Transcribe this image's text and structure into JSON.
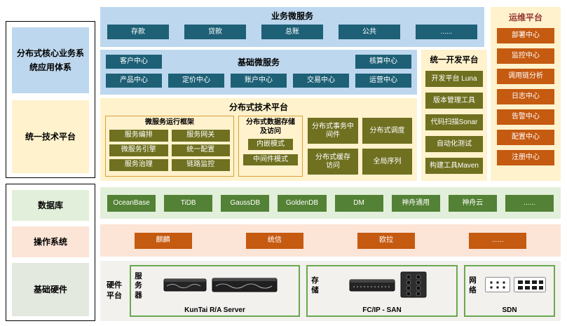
{
  "colors": {
    "teal": "#1e6076",
    "olive": "#6f7020",
    "orange": "#c55a11",
    "green": "#538135",
    "lightblue": "#bdd7ee",
    "cream": "#fff2cc",
    "lightgreen": "#e2efda",
    "lightorange": "#fce4d6",
    "sage": "#e4e9e0",
    "panel_gray": "#f2f1ee",
    "hw_green": "#6aa84f",
    "ops_title": "#943634",
    "sub_border": "#d8a13c"
  },
  "left_column": {
    "app_system": "分布式核心业务系统应用体系",
    "tech_platform": "统一技术平台",
    "database": "数据库",
    "operating_system": "操作系统",
    "basic_hardware": "基础硬件"
  },
  "business_services": {
    "title": "业务微服务",
    "items": [
      "存款",
      "贷款",
      "总账",
      "公共",
      "......"
    ]
  },
  "basic_services": {
    "title": "基础微服务",
    "left_item": "客户中心",
    "right_item": "核算中心",
    "items": [
      "产品中心",
      "定价中心",
      "账户中心",
      "交易中心",
      "运营中心"
    ]
  },
  "dev_platform": {
    "title": "统一开发平台",
    "items": [
      "开发平台 Luna",
      "版本管理工具",
      "代码扫描Sonar",
      "自动化测试",
      "构建工具Maven"
    ]
  },
  "ops_platform": {
    "title": "运维平台",
    "items": [
      "部署中心",
      "监控中心",
      "调用链分析",
      "日志中心",
      "告警中心",
      "配置中心",
      "注册中心"
    ]
  },
  "tech_platform": {
    "title": "分布式技术平台",
    "runtime": {
      "title": "微服务运行框架",
      "items": [
        "服务编排",
        "服务网关",
        "微服务引擎",
        "统一配置",
        "服务治理",
        "链路监控"
      ]
    },
    "storage": {
      "title": "分布式数据存储及访问",
      "items": [
        "内嵌模式",
        "中间件模式"
      ]
    },
    "blocks": [
      "分布式事务中间件",
      "分布式调度",
      "分布式缓存访问",
      "全局序列"
    ]
  },
  "database_row": {
    "items": [
      "OceanBase",
      "TiDB",
      "GaussDB",
      "GoldenDB",
      "DM",
      "神舟通用",
      "神舟云",
      "......"
    ]
  },
  "os_row": {
    "items": [
      "麒麟",
      "统信",
      "欧拉",
      "......"
    ]
  },
  "hardware": {
    "platform_label": "硬件平台",
    "server": {
      "label": "服务器",
      "caption": "KunTai R/A Server"
    },
    "storage": {
      "label": "存储",
      "caption": "FC/IP - SAN"
    },
    "network": {
      "label": "网络",
      "caption": "SDN"
    }
  }
}
